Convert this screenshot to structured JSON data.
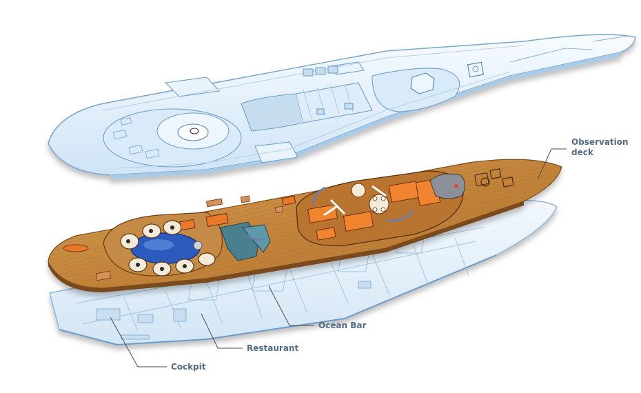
{
  "labels": {
    "observation_deck": "Observation\ndeck",
    "ocean_bar": "Ocean Bar",
    "restaurant": "Restaurant",
    "cockpit": "Cockpit"
  },
  "colors": {
    "blueprint_fill": "#e6f2fb",
    "blueprint_line": "#8fb6d6",
    "blueprint_dark": "#4f86b8",
    "deck_wood": "#c88a3c",
    "deck_wood_dark": "#8f561e",
    "cushion_orange": "#e9782a",
    "pool_blue": "#2c5bbd",
    "callout_text": "#536a86",
    "leader_line": "#4a4a4a"
  }
}
